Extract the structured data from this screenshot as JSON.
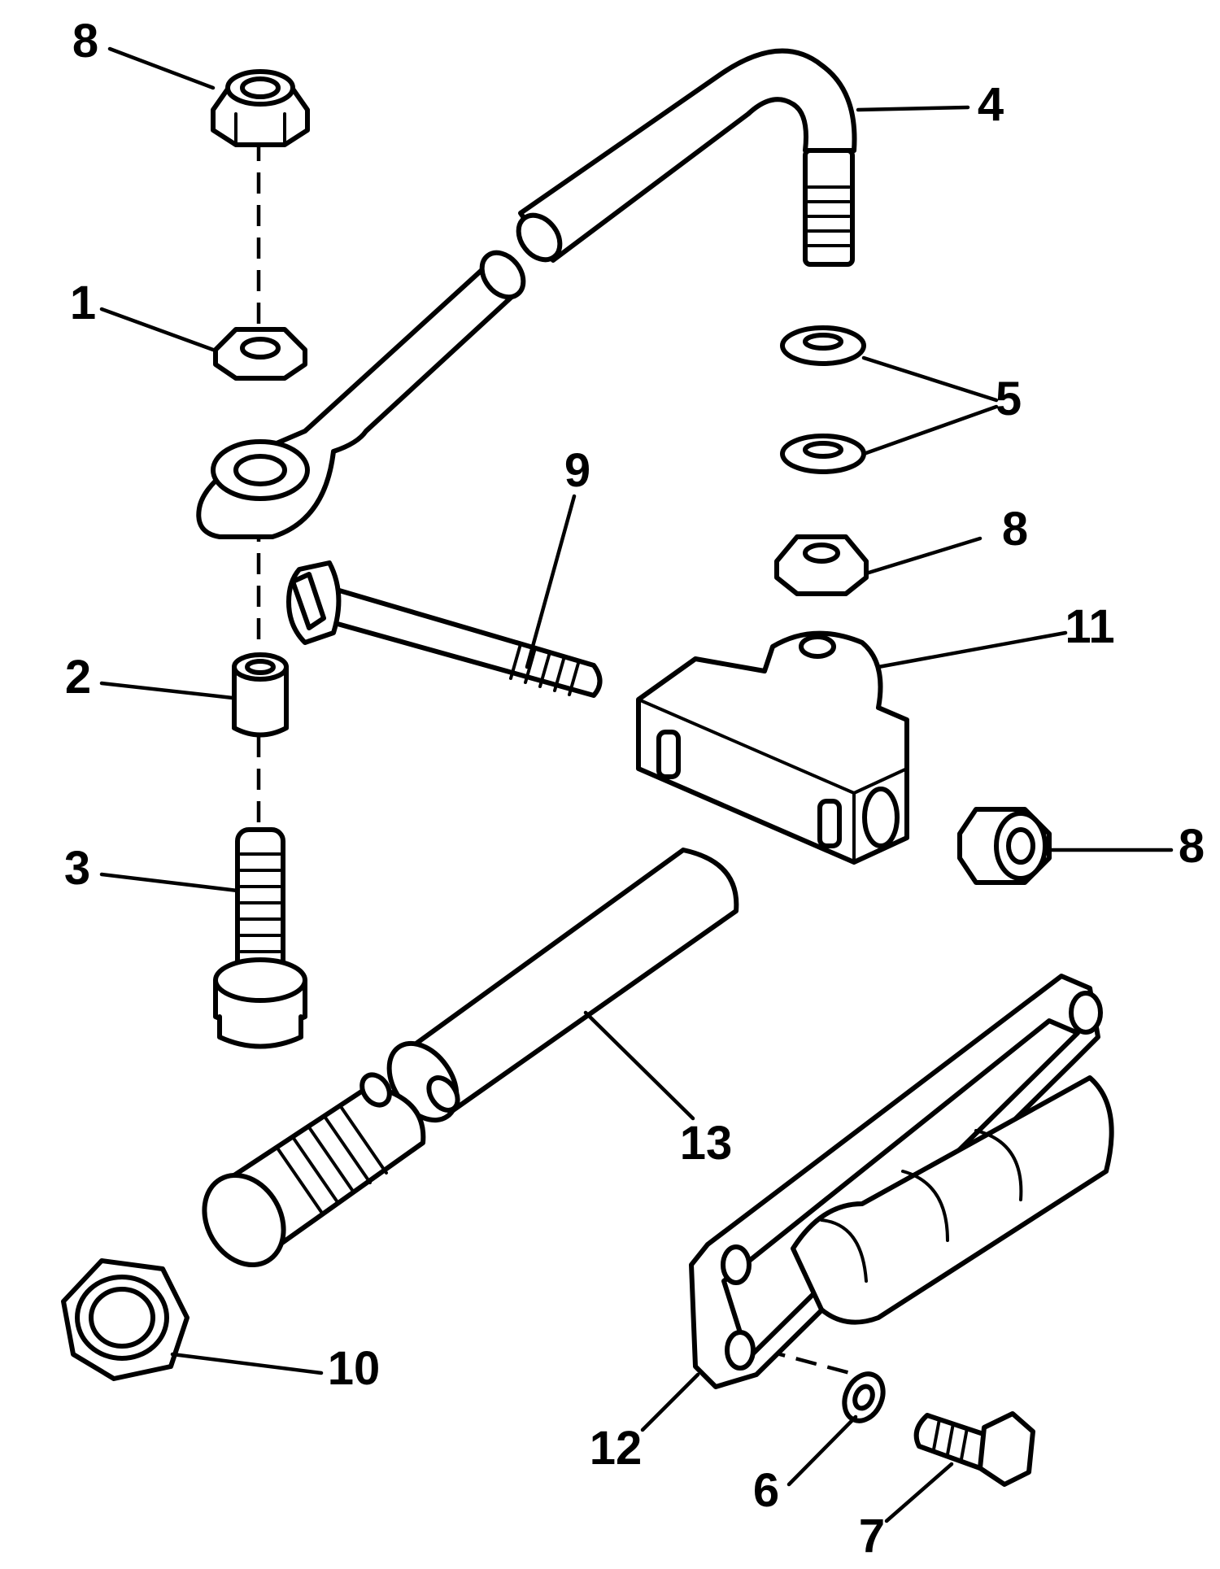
{
  "callouts": {
    "c8a": "8",
    "c1": "1",
    "c2": "2",
    "c3": "3",
    "c4": "4",
    "c5": "5",
    "c8b": "8",
    "c9": "9",
    "c11": "11",
    "c8c": "8",
    "c13": "13",
    "c10": "10",
    "c12": "12",
    "c6": "6",
    "c7": "7"
  },
  "colors": {
    "ink": "#000000",
    "paper": "#ffffff"
  }
}
